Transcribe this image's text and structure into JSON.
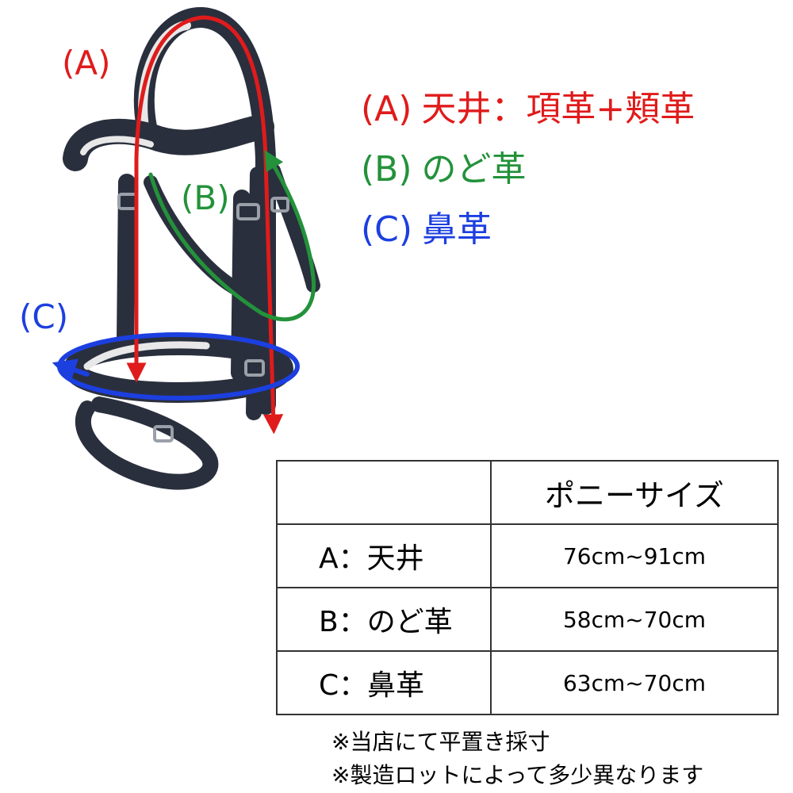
{
  "colors": {
    "a": "#e01b1b",
    "b": "#23923a",
    "c": "#1c3fe0",
    "strap": "#2a2f3d",
    "lining": "#e8e8e8",
    "buckle": "#9aa0a8"
  },
  "callouts": {
    "a": "(A)",
    "b": "(B)",
    "c": "(C)"
  },
  "legend": [
    {
      "key": "(A)",
      "label": "天井：項革+頬革"
    },
    {
      "key": "(B)",
      "label": "のど革"
    },
    {
      "key": "(C)",
      "label": "鼻革"
    }
  ],
  "table": {
    "corner": "",
    "column_header": "ポニーサイズ",
    "rows": [
      {
        "label": "A：天井",
        "value": "76cm~91cm"
      },
      {
        "label": "B：のど革",
        "value": "58cm~70cm"
      },
      {
        "label": "C：鼻革",
        "value": "63cm~70cm"
      }
    ]
  },
  "notes": [
    "※当店にて平置き採寸",
    "※製造ロットによって多少異なります"
  ]
}
